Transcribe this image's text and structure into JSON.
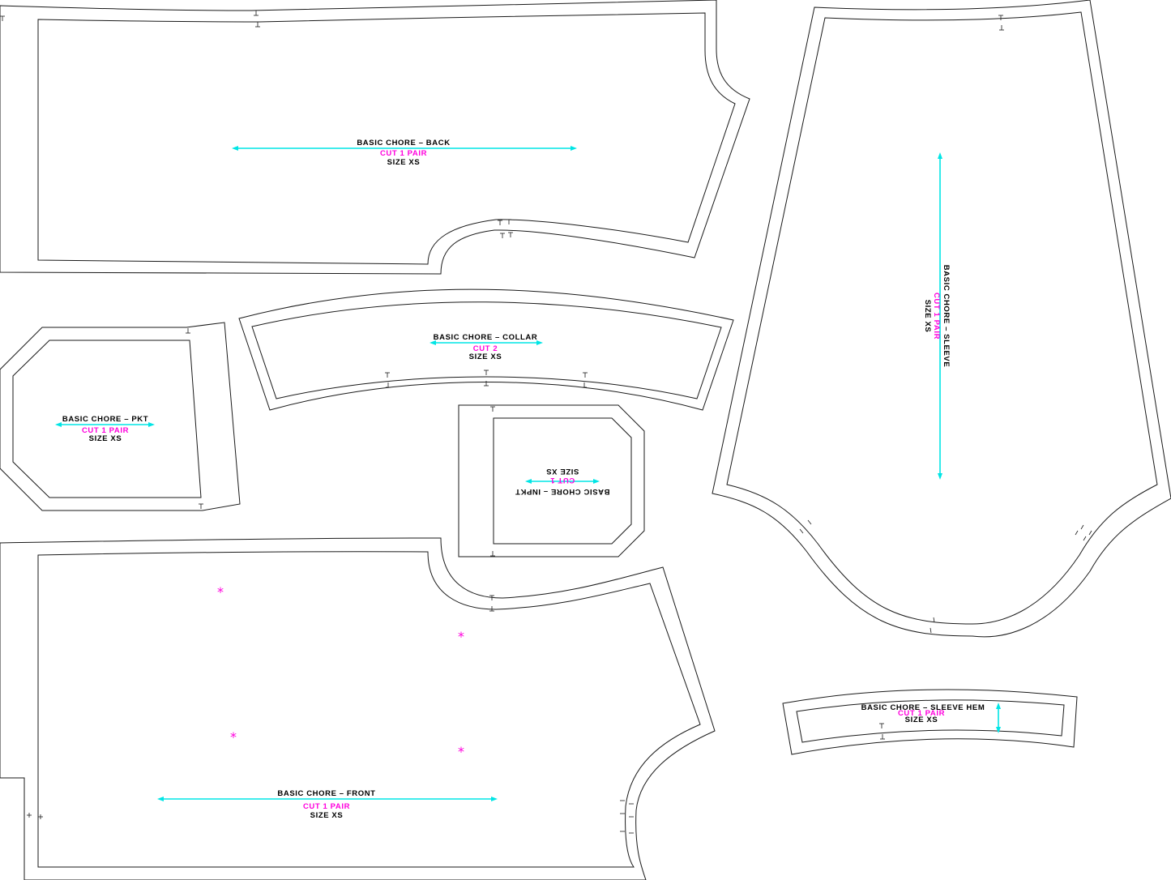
{
  "colors": {
    "line": "#1a1a1a",
    "grainline": "#00e5e5",
    "cut_text": "#ff00dd",
    "marker": "#ff00dd"
  },
  "pieces": {
    "back": {
      "title": "BASIC CHORE – BACK",
      "cut": "CUT 1 PAIR",
      "size": "SIZE XS"
    },
    "sleeve": {
      "title": "BASIC CHORE – SLEEVE",
      "cut": "CUT 1 PAIR",
      "size": "SIZE XS"
    },
    "collar": {
      "title": "BASIC CHORE – COLLAR",
      "cut": "CUT 2",
      "size": "SIZE XS"
    },
    "pkt": {
      "title": "BASIC CHORE – PKT",
      "cut": "CUT 1 PAIR",
      "size": "SIZE XS"
    },
    "inpkt": {
      "title": "BASIC CHORE – INPKT",
      "cut": "CUT 1",
      "size": "SIZE XS"
    },
    "front": {
      "title": "BASIC CHORE – FRONT",
      "cut": "CUT 1 PAIR",
      "size": "SIZE XS"
    },
    "sleeve_hem": {
      "title": "BASIC CHORE – SLEEVE HEM",
      "cut": "CUT 1 PAIR",
      "size": "SIZE XS"
    }
  },
  "markers": {
    "symbol": "*"
  }
}
